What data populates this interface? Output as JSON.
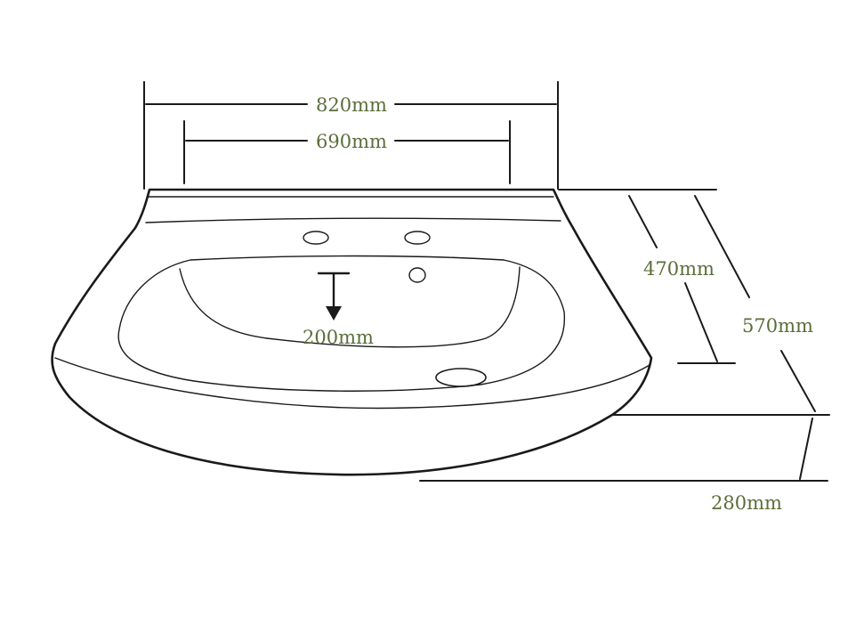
{
  "colors": {
    "line": "#1a1a1a",
    "label": "#5a6e3a",
    "background": "#ffffff"
  },
  "dimensions": {
    "overall_width": "820mm",
    "tap_span": "690mm",
    "basin_depth": "200mm",
    "bowl_projection": "470mm",
    "total_projection": "570mm",
    "rear_height": "280mm"
  }
}
